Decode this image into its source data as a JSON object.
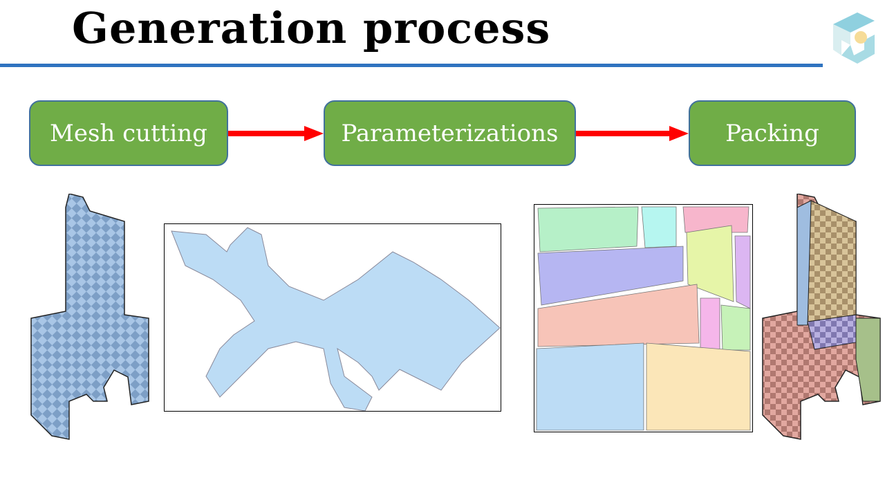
{
  "slide": {
    "title": "Generation process"
  },
  "steps": [
    {
      "label": "Mesh cutting"
    },
    {
      "label": "Parameterizations"
    },
    {
      "label": "Packing"
    }
  ],
  "colors": {
    "accent_rule": "#2f73c0",
    "step_fill": "#70ad47",
    "arrow": "#ff0000",
    "uv_fill": "#bcdcf5"
  },
  "figures": [
    "cut-mesh-model",
    "parameterized-uv-chart",
    "packed-uv-atlas",
    "textured-packed-model"
  ]
}
